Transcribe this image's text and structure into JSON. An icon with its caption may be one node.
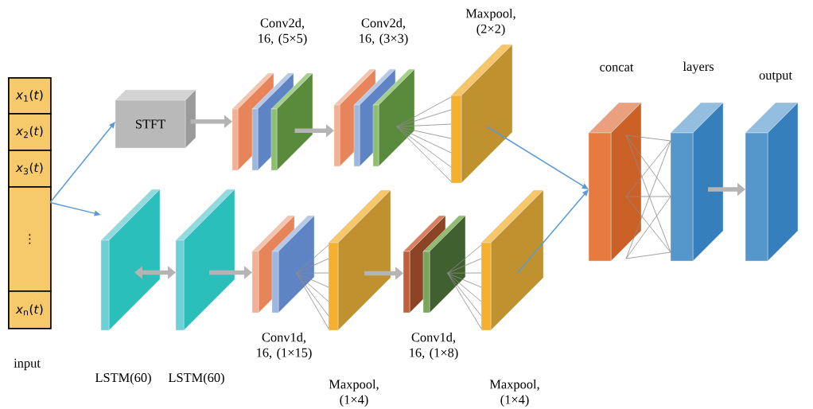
{
  "diagram": {
    "nodes": [
      {
        "text": [
          "input"
        ]
      },
      {
        "text": [
          "*x*$_{1}$(*t*)"
        ],
        "in": 0
      },
      {
        "text": [
          "*x*$_{2}$(*t*)"
        ],
        "in": 0
      },
      {
        "text": [
          "*x*$_{3}$(*t*)"
        ],
        "in": 0
      },
      {
        "text": [
          "⋮"
        ],
        "in": 0
      },
      {
        "text": [
          "*x*$_{n}$(*t*)"
        ],
        "in": 0
      },
      {
        "text": [
          "STFT"
        ]
      },
      {
        "text": [
          "Conv2d, 16, (5×5)"
        ]
      },
      {
        "text": [
          "Conv2d, 16, (3×3)"
        ]
      },
      {
        "text": [
          "Maxpool, (2×2)"
        ]
      },
      {
        "text": [
          "LSTM(60)"
        ]
      },
      {
        "text": [
          "LSTM(60)"
        ]
      },
      {
        "text": [
          "Conv1d, 16, (1×15)"
        ]
      },
      {
        "text": [
          "Maxpool, (1×4)"
        ]
      },
      {
        "text": [
          "Conv1d, 16, (1×8)"
        ]
      },
      {
        "text": [
          "Maxpool, (1×4)"
        ]
      },
      {
        "text": [
          "concat"
        ]
      },
      {
        "text": [
          "layers"
        ]
      },
      {
        "text": [
          "output"
        ]
      }
    ],
    "edges": [
      {
        "from": 0,
        "to": 6,
        "arrow": "to",
        "color": "#5b9bd5"
      },
      {
        "from": 0,
        "to": 10,
        "arrow": "to",
        "color": "#5b9bd5"
      },
      {
        "from": 6,
        "to": 7,
        "arrow": "to",
        "style": "thick"
      },
      {
        "from": 7,
        "to": 8,
        "arrow": "to",
        "style": "thick"
      },
      {
        "from": 8,
        "to": 9,
        "arrow": "none",
        "color": "#8c8c8c"
      },
      {
        "from": 9,
        "to": 16,
        "arrow": "to",
        "color": "#5b9bd5"
      },
      {
        "from": 10,
        "to": 11,
        "arrow": "both",
        "style": "thick"
      },
      {
        "from": 11,
        "to": 12,
        "arrow": "to",
        "style": "thick"
      },
      {
        "from": 12,
        "to": 13,
        "arrow": "none",
        "color": "#8c8c8c"
      },
      {
        "from": 13,
        "to": 14,
        "arrow": "to",
        "style": "thick"
      },
      {
        "from": 14,
        "to": 15,
        "arrow": "none",
        "color": "#8c8c8c"
      },
      {
        "from": 15,
        "to": 16,
        "arrow": "to",
        "color": "#5b9bd5"
      },
      {
        "from": 16,
        "to": 17,
        "arrow": "none",
        "color": "#8c8c8c"
      },
      {
        "from": 17,
        "to": 18,
        "arrow": "to",
        "style": "thick"
      }
    ]
  }
}
